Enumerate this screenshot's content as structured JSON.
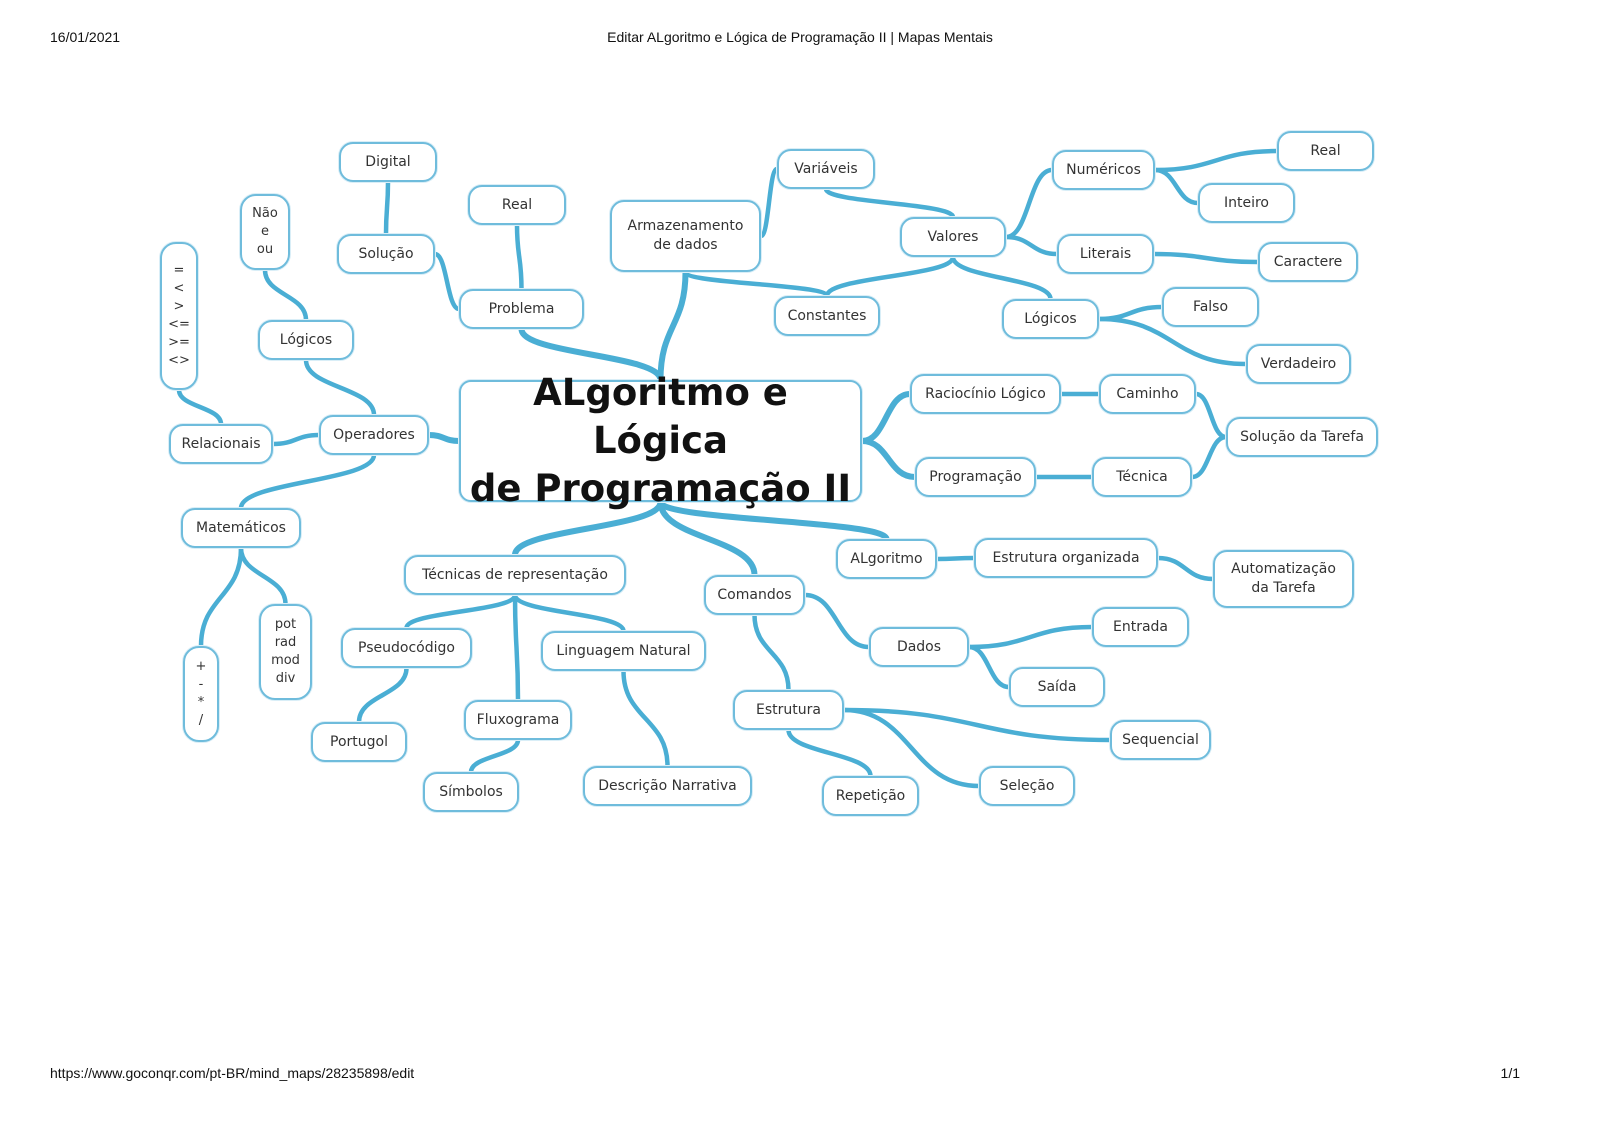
{
  "print_header": {
    "date": "16/01/2021",
    "title": "Editar ALgoritmo e Lógica de Programação II | Mapas Mentais"
  },
  "print_footer": {
    "url": "https://www.goconqr.com/pt-BR/mind_maps/28235898/edit",
    "page": "1/1"
  },
  "colors": {
    "line": "#4aaed4",
    "node_border": "#6fbcdc"
  },
  "mind_map": {
    "nodes": [
      {
        "id": "central",
        "label": "ALgoritmo e Lógica\nde Programação II"
      },
      {
        "id": "digital",
        "label": "Digital"
      },
      {
        "id": "solucao",
        "label": "Solução"
      },
      {
        "id": "real1",
        "label": "Real"
      },
      {
        "id": "problema",
        "label": "Problema"
      },
      {
        "id": "naoeou",
        "label": "Não\ne\nou"
      },
      {
        "id": "logicos1",
        "label": "Lógicos"
      },
      {
        "id": "relops",
        "label": "=\n<\n>\n<=\n>=\n<>"
      },
      {
        "id": "relacionais",
        "label": "Relacionais"
      },
      {
        "id": "operadores",
        "label": "Operadores"
      },
      {
        "id": "matematicos",
        "label": "Matemáticos"
      },
      {
        "id": "mathops",
        "label": "+\n-\n*\n/"
      },
      {
        "id": "mathops2",
        "label": "pot\nrad\nmod\ndiv"
      },
      {
        "id": "tecnicas",
        "label": "Técnicas de representação"
      },
      {
        "id": "pseudo",
        "label": "Pseudocódigo"
      },
      {
        "id": "linguagem",
        "label": "Linguagem Natural"
      },
      {
        "id": "portugol",
        "label": "Portugol"
      },
      {
        "id": "fluxograma",
        "label": "Fluxograma"
      },
      {
        "id": "simbolos",
        "label": "Símbolos"
      },
      {
        "id": "descricao",
        "label": "Descrição Narrativa"
      },
      {
        "id": "comandos",
        "label": "Comandos"
      },
      {
        "id": "dados",
        "label": "Dados"
      },
      {
        "id": "entrada",
        "label": "Entrada"
      },
      {
        "id": "saida",
        "label": "Saída"
      },
      {
        "id": "estrutura",
        "label": "Estrutura"
      },
      {
        "id": "sequencial",
        "label": "Sequencial"
      },
      {
        "id": "selecao",
        "label": "Seleção"
      },
      {
        "id": "repeticao",
        "label": "Repetição"
      },
      {
        "id": "algoritmo",
        "label": "ALgoritmo"
      },
      {
        "id": "estorg",
        "label": "Estrutura organizada"
      },
      {
        "id": "automat",
        "label": "Automatização\nda Tarefa"
      },
      {
        "id": "raciocinio",
        "label": "Raciocínio Lógico"
      },
      {
        "id": "caminho",
        "label": "Caminho"
      },
      {
        "id": "soltarefa",
        "label": "Solução da Tarefa"
      },
      {
        "id": "programacao",
        "label": "Programação"
      },
      {
        "id": "tecnica",
        "label": "Técnica"
      },
      {
        "id": "armazen",
        "label": "Armazenamento\nde dados"
      },
      {
        "id": "variaveis",
        "label": "Variáveis"
      },
      {
        "id": "constantes",
        "label": "Constantes"
      },
      {
        "id": "valores",
        "label": "Valores"
      },
      {
        "id": "numericos",
        "label": "Numéricos"
      },
      {
        "id": "real2",
        "label": "Real"
      },
      {
        "id": "inteiro",
        "label": "Inteiro"
      },
      {
        "id": "literais",
        "label": "Literais"
      },
      {
        "id": "caractere",
        "label": "Caractere"
      },
      {
        "id": "logicos2",
        "label": "Lógicos"
      },
      {
        "id": "falso",
        "label": "Falso"
      },
      {
        "id": "verdadeiro",
        "label": "Verdadeiro"
      }
    ],
    "edges": [
      [
        "central",
        "problema"
      ],
      [
        "problema",
        "real1"
      ],
      [
        "problema",
        "solucao"
      ],
      [
        "solucao",
        "digital"
      ],
      [
        "central",
        "operadores"
      ],
      [
        "operadores",
        "logicos1"
      ],
      [
        "logicos1",
        "naoeou"
      ],
      [
        "operadores",
        "relacionais"
      ],
      [
        "relacionais",
        "relops"
      ],
      [
        "operadores",
        "matematicos"
      ],
      [
        "matematicos",
        "mathops"
      ],
      [
        "matematicos",
        "mathops2"
      ],
      [
        "central",
        "tecnicas"
      ],
      [
        "tecnicas",
        "pseudo"
      ],
      [
        "tecnicas",
        "linguagem"
      ],
      [
        "tecnicas",
        "fluxograma"
      ],
      [
        "pseudo",
        "portugol"
      ],
      [
        "fluxograma",
        "simbolos"
      ],
      [
        "linguagem",
        "descricao"
      ],
      [
        "central",
        "comandos"
      ],
      [
        "comandos",
        "dados"
      ],
      [
        "dados",
        "entrada"
      ],
      [
        "dados",
        "saida"
      ],
      [
        "comandos",
        "estrutura"
      ],
      [
        "estrutura",
        "sequencial"
      ],
      [
        "estrutura",
        "selecao"
      ],
      [
        "estrutura",
        "repeticao"
      ],
      [
        "central",
        "algoritmo"
      ],
      [
        "algoritmo",
        "estorg"
      ],
      [
        "estorg",
        "automat"
      ],
      [
        "central",
        "raciocinio"
      ],
      [
        "raciocinio",
        "caminho"
      ],
      [
        "caminho",
        "soltarefa"
      ],
      [
        "central",
        "programacao"
      ],
      [
        "programacao",
        "tecnica"
      ],
      [
        "tecnica",
        "soltarefa"
      ],
      [
        "central",
        "armazen"
      ],
      [
        "armazen",
        "variaveis"
      ],
      [
        "armazen",
        "constantes"
      ],
      [
        "variaveis",
        "valores"
      ],
      [
        "constantes",
        "valores"
      ],
      [
        "valores",
        "numericos"
      ],
      [
        "numericos",
        "real2"
      ],
      [
        "numericos",
        "inteiro"
      ],
      [
        "valores",
        "literais"
      ],
      [
        "literais",
        "caractere"
      ],
      [
        "valores",
        "logicos2"
      ],
      [
        "logicos2",
        "falso"
      ],
      [
        "logicos2",
        "verdadeiro"
      ]
    ]
  }
}
